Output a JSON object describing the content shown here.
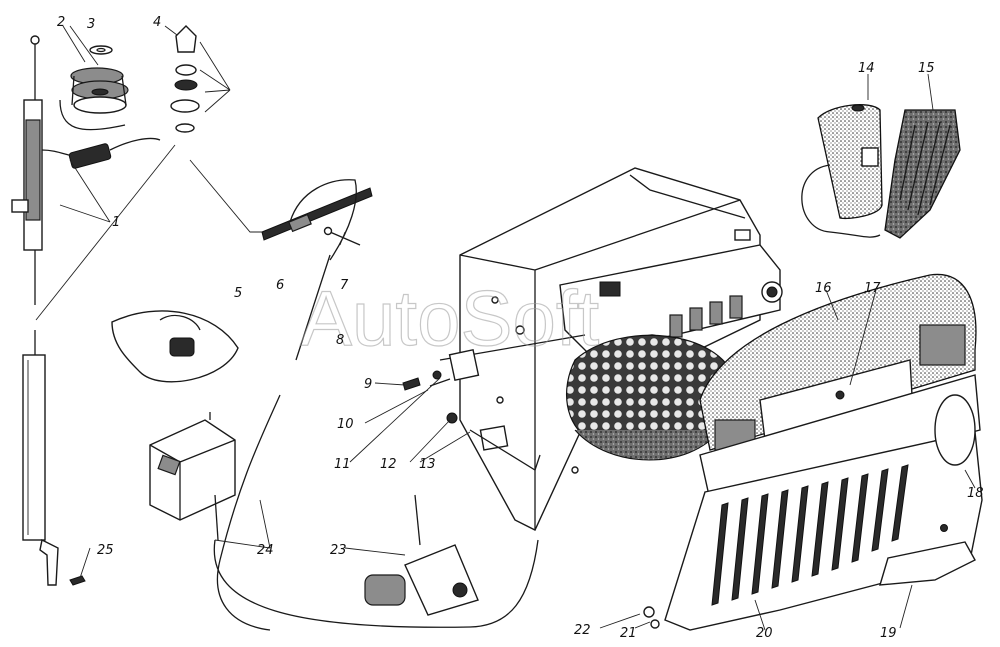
{
  "watermark": "AutoSoft",
  "labels": [
    "1",
    "2",
    "3",
    "4",
    "5",
    "6",
    "7",
    "8",
    "9",
    "10",
    "11",
    "12",
    "13",
    "14",
    "15",
    "16",
    "17",
    "18",
    "19",
    "20",
    "21",
    "22",
    "23",
    "24",
    "25"
  ]
}
